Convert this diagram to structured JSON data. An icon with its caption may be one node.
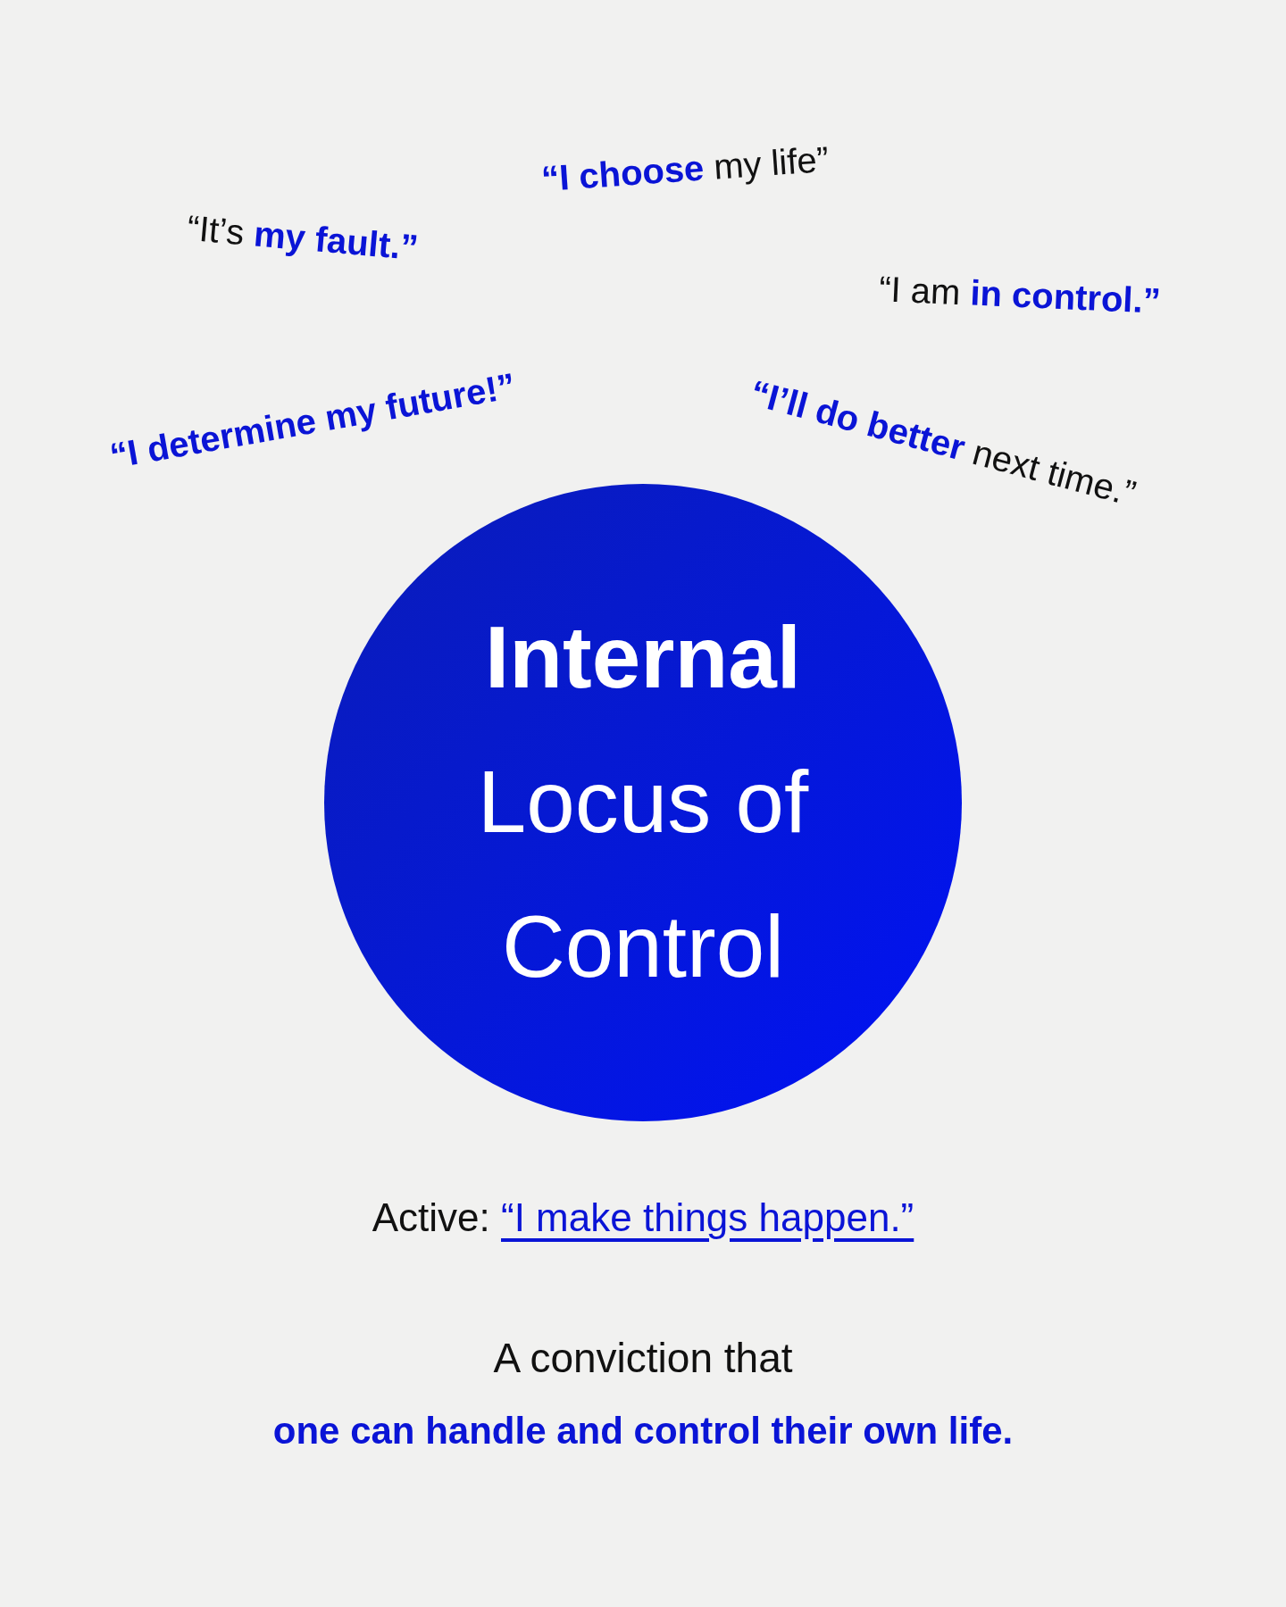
{
  "diagram": {
    "nodes": [
      {
        "text": [
          "Internal",
          "Locus of Control"
        ]
      }
    ],
    "labels": [
      "**“I choose** my life”",
      "“It’s **my fault.”**",
      "“I am **in control.”**",
      "**“I determine my future!”**",
      "**“I’ll do better** next time.”",
      "Active: **“I make things happen.”**",
      "A conviction that",
      "one can handle and control their own life."
    ]
  }
}
